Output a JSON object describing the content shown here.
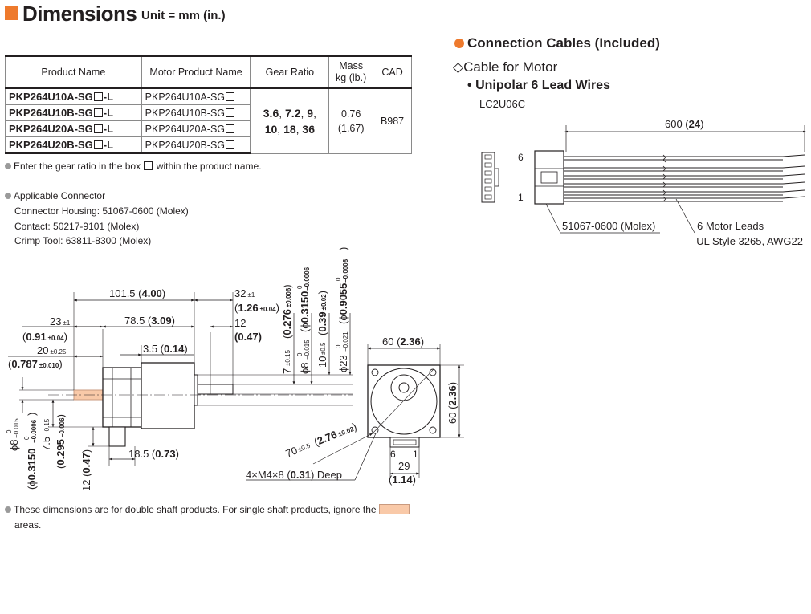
{
  "header": {
    "title": "Dimensions",
    "unit": "Unit = mm (in.)"
  },
  "table": {
    "headers": {
      "product": "Product Name",
      "motor": "Motor Product Name",
      "gear": "Gear Ratio",
      "mass_line1": "Mass",
      "mass_line2": "kg (lb.)",
      "cad": "CAD"
    },
    "rows": [
      {
        "product_prefix": "PKP264U10A-SG",
        "product_suffix": "-L",
        "motor_prefix": "PKP264U10A-SG"
      },
      {
        "product_prefix": "PKP264U10B-SG",
        "product_suffix": "-L",
        "motor_prefix": "PKP264U10B-SG"
      },
      {
        "product_prefix": "PKP264U20A-SG",
        "product_suffix": "-L",
        "motor_prefix": "PKP264U20A-SG"
      },
      {
        "product_prefix": "PKP264U20B-SG",
        "product_suffix": "-L",
        "motor_prefix": "PKP264U20B-SG"
      }
    ],
    "gear_ratio_line1": [
      "3.6",
      "7.2",
      "9"
    ],
    "gear_ratio_line2": [
      "10",
      "18",
      "36"
    ],
    "mass_kg": "0.76",
    "mass_lb": "(1.67)",
    "cad": "B987"
  },
  "notes": {
    "gear_note_a": "Enter the gear ratio in the box",
    "gear_note_b": "within the product name.",
    "connector_title": "Applicable Connector",
    "connector_housing": "Connector Housing: 51067-0600 (Molex)",
    "contact": "Contact: 50217-9101 (Molex)",
    "crimp_tool": "Crimp Tool: 63811-8300 (Molex)",
    "footer_a": "These dimensions are for double shaft products. For single shaft products, ignore the",
    "footer_b": "areas."
  },
  "cables": {
    "title": "Connection Cables (Included)",
    "subtitle": "Cable for Motor",
    "item": "Unipolar 6 Lead Wires",
    "part": "LC2U06C",
    "length_a": "600 (",
    "length_b": "24",
    "length_c": ")",
    "pin_top": "6",
    "pin_bottom": "1",
    "connector_label": "51067-0600 (Molex)",
    "leads_label": "6 Motor Leads",
    "style_label": "UL Style 3265, AWG22"
  },
  "drawing": {
    "d101_a": "101.5 (",
    "d101_b": "4.00",
    "d101_c": ")",
    "d32_a": "32",
    "d32_tol": "±1",
    "d126_a": "(",
    "d126_b": "1.26",
    "d126_tol": "±0.04",
    "d126_c": ")",
    "d12_a": "12",
    "d12_b": "(0.47)",
    "d23_a": "23",
    "d23_tol": "±1",
    "d091_a": "(",
    "d091_b": "0.91",
    "d091_tol": "±0.04",
    "d091_c": ")",
    "d785_a": "78.5 (",
    "d785_b": "3.09",
    "d785_c": ")",
    "d20_a": "20",
    "d20_tol": "±0.25",
    "d0787_a": "(",
    "d0787_b": "0.787",
    "d0787_tol": "±0.010",
    "d0787_c": ")",
    "d35_a": "3.5 (",
    "d35_b": "0.14",
    "d35_c": ")",
    "d185_a": "18.5 (",
    "d185_b": "0.73",
    "d185_c": ")",
    "d12v_a": "12 (",
    "d12v_b": "0.47",
    "d12v_c": ")",
    "phi8_main": "ϕ8",
    "phi8_up": "0",
    "phi8_lo": "−0.015",
    "phi03150_a": "(ϕ",
    "phi03150_b": "0.3150",
    "phi03150_up": "0",
    "phi03150_lo": "−0.0006",
    "phi03150_c": ")",
    "d75_main": "7.5",
    "d75_tol": "−0.15",
    "d0295_a": "(",
    "d0295_b": "0.295",
    "d0295_tol": "−0.006",
    "d0295_c": ")",
    "v7_main": "7",
    "v7_tol": "±0.15",
    "v0276_a": "(",
    "v0276_b": "0.276",
    "v0276_tol": "±0.006",
    "v0276_c": ")",
    "v8_main": "ϕ8",
    "v8_up": "0",
    "v8_lo": "−0.015",
    "v03150_a": "(ϕ",
    "v03150_b": "0.3150",
    "v03150_up": "0",
    "v03150_lo": "−0.0006",
    "v03150_c": ")",
    "v10_main": "10",
    "v10_tol": "±0.5",
    "v039_a": "(",
    "v039_b": "0.39",
    "v039_tol": "±0.02",
    "v039_c": ")",
    "v23_main": "ϕ23",
    "v23_up": "0",
    "v23_lo": "−0.021",
    "v09055_a": "(ϕ",
    "v09055_b": "0.9055",
    "v09055_up": "0",
    "v09055_lo": "−0.0008",
    "v09055_c": ")",
    "d60_a": "60 (",
    "d60_b": "2.36",
    "d60_c": ")",
    "d60v_a": "60 (",
    "d60v_b": "2.36",
    "d60v_c": ")",
    "d70_main": "70",
    "d70_tol": "±0.5",
    "d276_a": "(",
    "d276_b": "2.76",
    "d276_tol": "±0.02",
    "d276_c": ")",
    "pin6": "6",
    "pin1": "1",
    "d29_a": "29",
    "d29_b": "(",
    "d29_c": "1.14",
    "d29_d": ")",
    "screw_a": "4×M4×8 (",
    "screw_b": "0.31",
    "screw_c": ") Deep"
  },
  "colors": {
    "accent": "#ee7a2d",
    "double_shaft": "#f9c9a8"
  }
}
